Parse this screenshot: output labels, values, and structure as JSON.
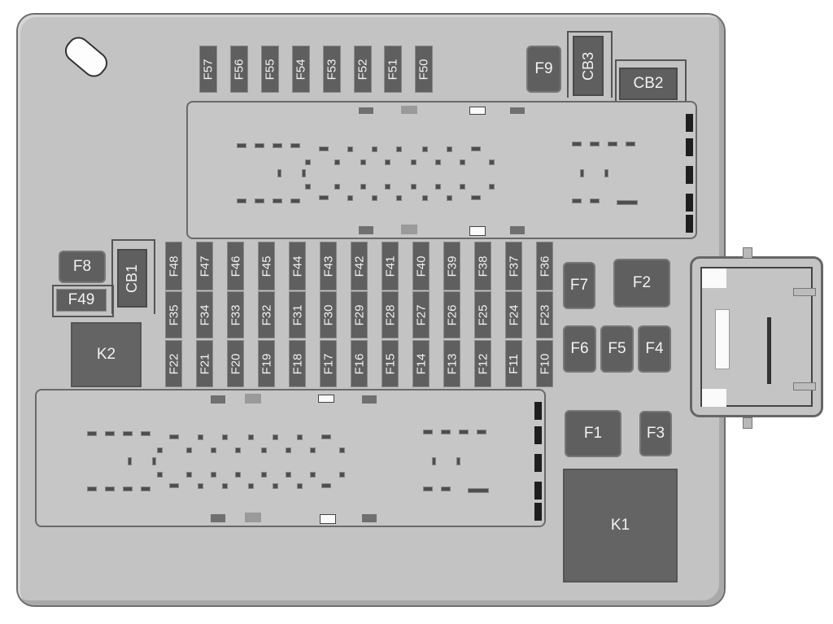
{
  "diagram": {
    "title": "",
    "colors": {
      "board": "#c3c3c3",
      "fuse": "#5f5f5f",
      "relay": "#646464",
      "label": "#f2f2f2",
      "outline": "#6d6d6d"
    }
  },
  "top_row_fuses": [
    "F57",
    "F56",
    "F55",
    "F54",
    "F53",
    "F52",
    "F51",
    "F50"
  ],
  "upper_right": {
    "f9": "F9",
    "cb3": "CB3",
    "cb2": "CB2"
  },
  "left_group": {
    "f8": "F8",
    "f49": "F49",
    "cb1": "CB1",
    "k2": "K2"
  },
  "grid": {
    "row1": [
      "F48",
      "F47",
      "F46",
      "F45",
      "F44",
      "F43",
      "F42",
      "F41",
      "F40",
      "F39",
      "F38",
      "F37",
      "F36"
    ],
    "row2": [
      "F35",
      "F34",
      "F33",
      "F32",
      "F31",
      "F30",
      "F29",
      "F28",
      "F27",
      "F26",
      "F25",
      "F24",
      "F23"
    ],
    "row3": [
      "F22",
      "F21",
      "F20",
      "F19",
      "F18",
      "F17",
      "F16",
      "F15",
      "F14",
      "F13",
      "F12",
      "F11",
      "F10"
    ]
  },
  "right_group": {
    "f7": "F7",
    "f2": "F2",
    "f6": "F6",
    "f5": "F5",
    "f4": "F4",
    "f1": "F1",
    "f3": "F3",
    "k1": "K1"
  }
}
